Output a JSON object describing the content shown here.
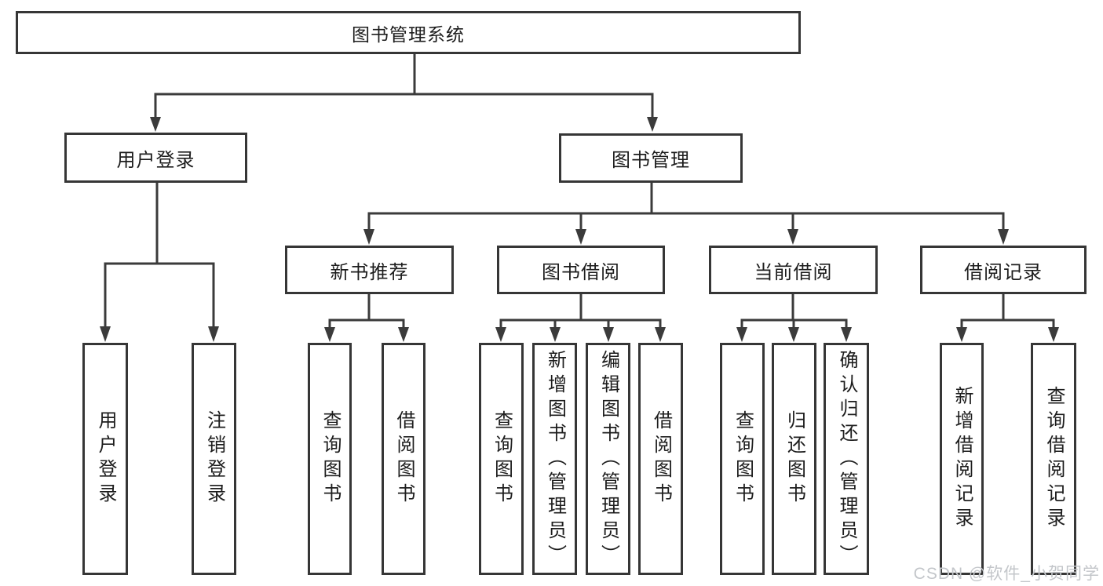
{
  "tree": {
    "label": "图书管理系统",
    "children": [
      {
        "label": "用户登录",
        "children": [
          {
            "label": "用户登录"
          },
          {
            "label": "注销登录"
          }
        ]
      },
      {
        "label": "图书管理",
        "children": [
          {
            "label": "新书推荐",
            "children": [
              {
                "label": "查询图书"
              },
              {
                "label": "借阅图书"
              }
            ]
          },
          {
            "label": "图书借阅",
            "children": [
              {
                "label": "查询图书"
              },
              {
                "label": "新增图书（管理员）"
              },
              {
                "label": "编辑图书（管理员）"
              },
              {
                "label": "借阅图书"
              }
            ]
          },
          {
            "label": "当前借阅",
            "children": [
              {
                "label": "查询图书"
              },
              {
                "label": "归还图书"
              },
              {
                "label": "确认归还（管理员）"
              }
            ]
          },
          {
            "label": "借阅记录",
            "children": [
              {
                "label": "新增借阅记录"
              },
              {
                "label": "查询借阅记录"
              }
            ]
          }
        ]
      }
    ]
  },
  "watermark": {
    "text": "CSDN @软件_小贺同学"
  },
  "colors": {
    "background": "#ffffff",
    "box_border": "#363636",
    "line": "#3b3b3b",
    "text": "#1d1d1d",
    "watermark": "#c3c6ca"
  }
}
